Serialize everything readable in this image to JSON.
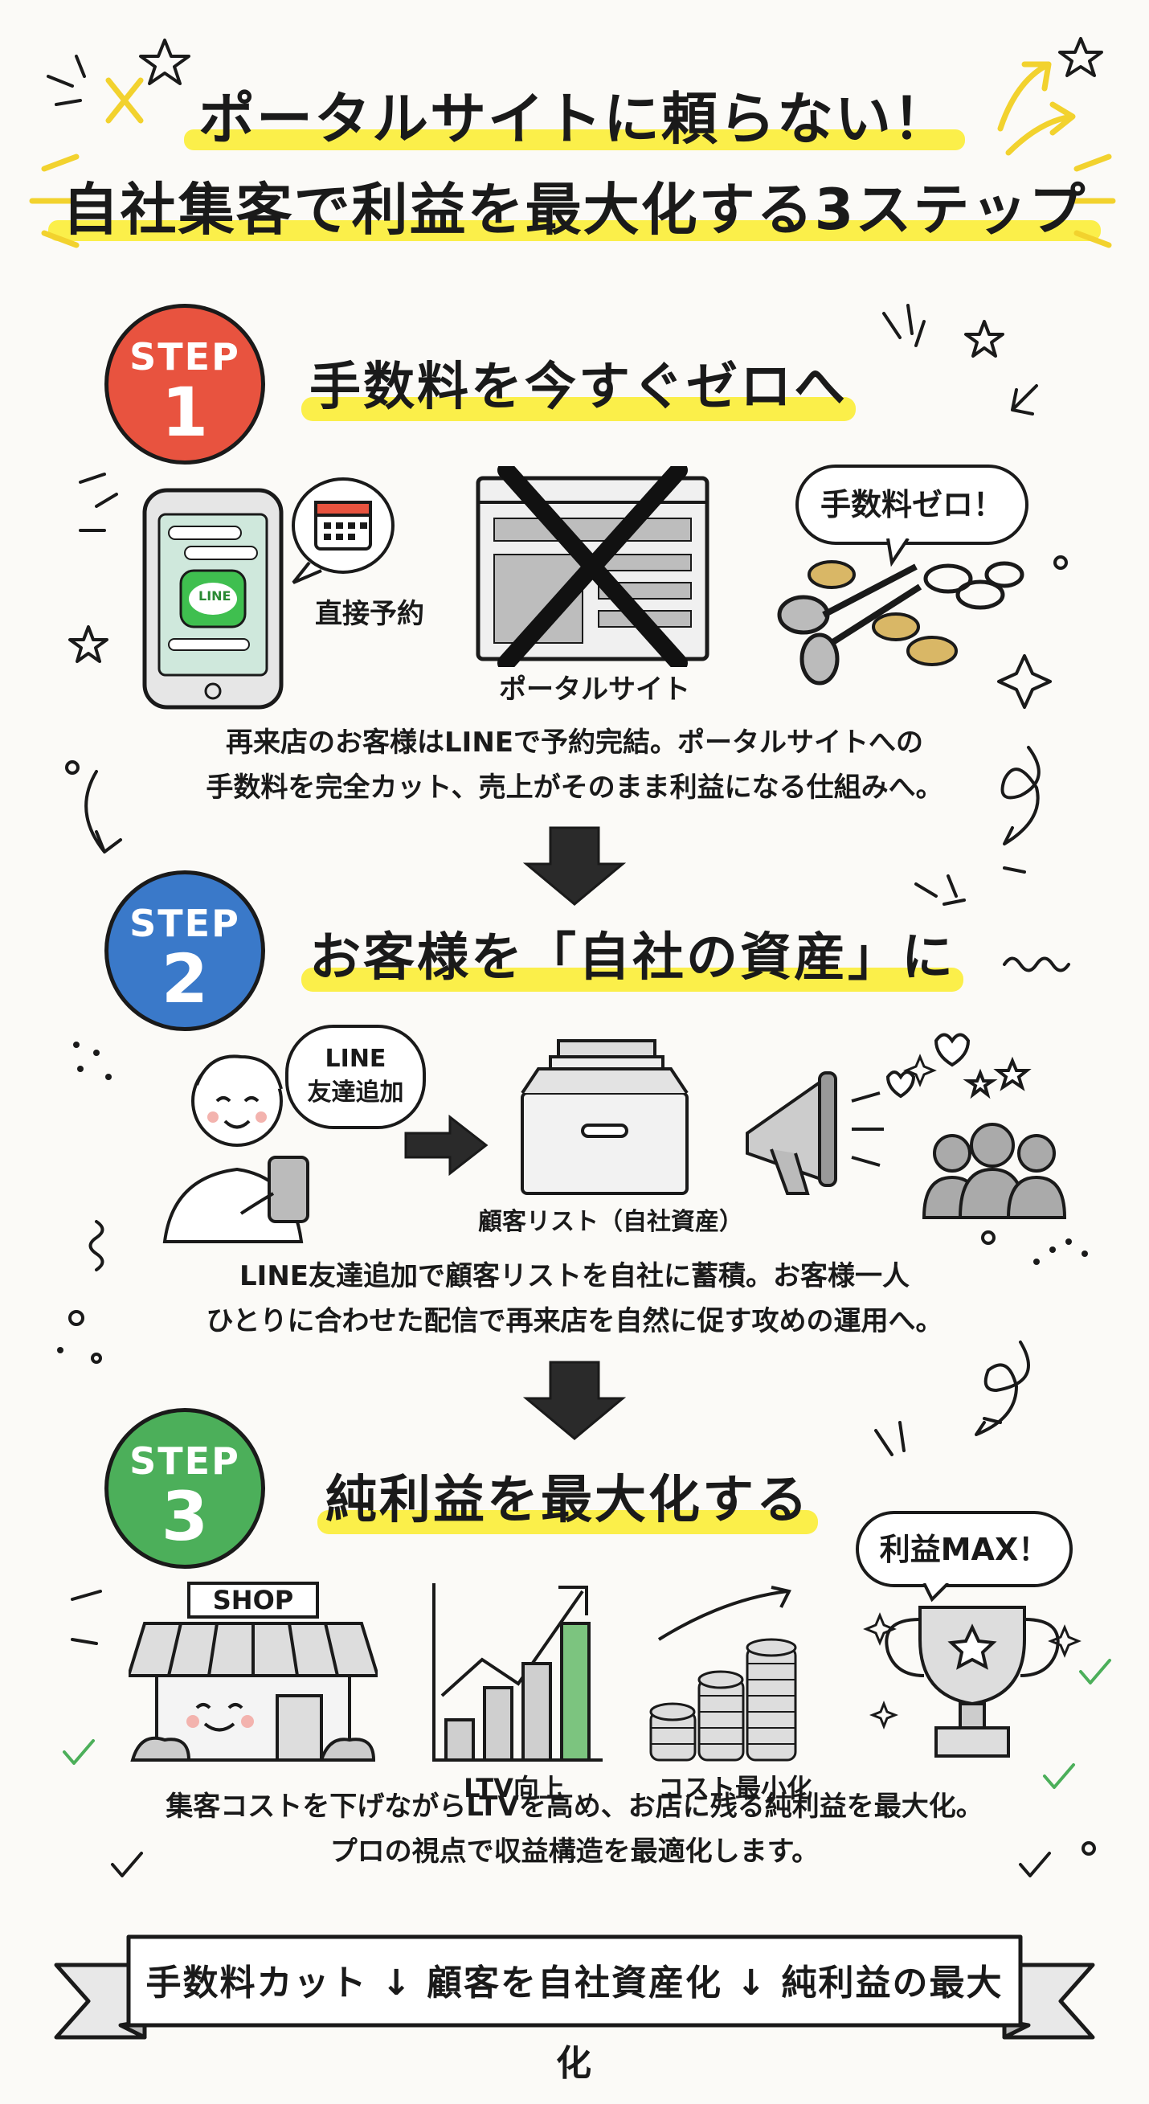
{
  "title": {
    "line1": "ポータルサイトに頼らない！",
    "line2": "自社集客で利益を最大化する3ステップ"
  },
  "steps": [
    {
      "label": "STEP",
      "number": "1",
      "color": "#e8533f",
      "heading": "手数料を今すぐゼロへ",
      "captions": {
        "direct": "直接予約",
        "portal": "ポータルサイト",
        "line_badge": "LINE"
      },
      "bubble": "手数料ゼロ！",
      "description": [
        "再来店のお客様はLINEで予約完結。ポータルサイトへの",
        "手数料を完全カット、売上がそのまま利益になる仕組みへ。"
      ]
    },
    {
      "label": "STEP",
      "number": "2",
      "color": "#3a79c9",
      "heading": "お客様を「自社の資産」に",
      "bubble_line1": "LINE",
      "bubble_line2": "友達追加",
      "captions": {
        "list": "顧客リスト（自社資産）"
      },
      "description": [
        "LINE友達追加で顧客リストを自社に蓄積。お客様一人",
        "ひとりに合わせた配信で再来店を自然に促す攻めの運用へ。"
      ]
    },
    {
      "label": "STEP",
      "number": "3",
      "color": "#4caf5a",
      "heading": "純利益を最大化する",
      "shop_sign": "SHOP",
      "bubble": "利益MAX！",
      "captions": {
        "ltv": "LTV向上",
        "cost": "コスト最小化"
      },
      "chart_levels": [
        0.25,
        0.45,
        0.6,
        0.85
      ],
      "description": [
        "集客コストを下げながらLTVを高め、お店に残る純利益を最大化。",
        "プロの視点で収益構造を最適化します。"
      ]
    }
  ],
  "ribbon": "手数料カット ↓ 顧客を自社資産化 ↓ 純利益の最大化",
  "colors": {
    "highlight": "#fbef4a",
    "ink": "#1a1a1a",
    "background": "#fbfaf7"
  }
}
